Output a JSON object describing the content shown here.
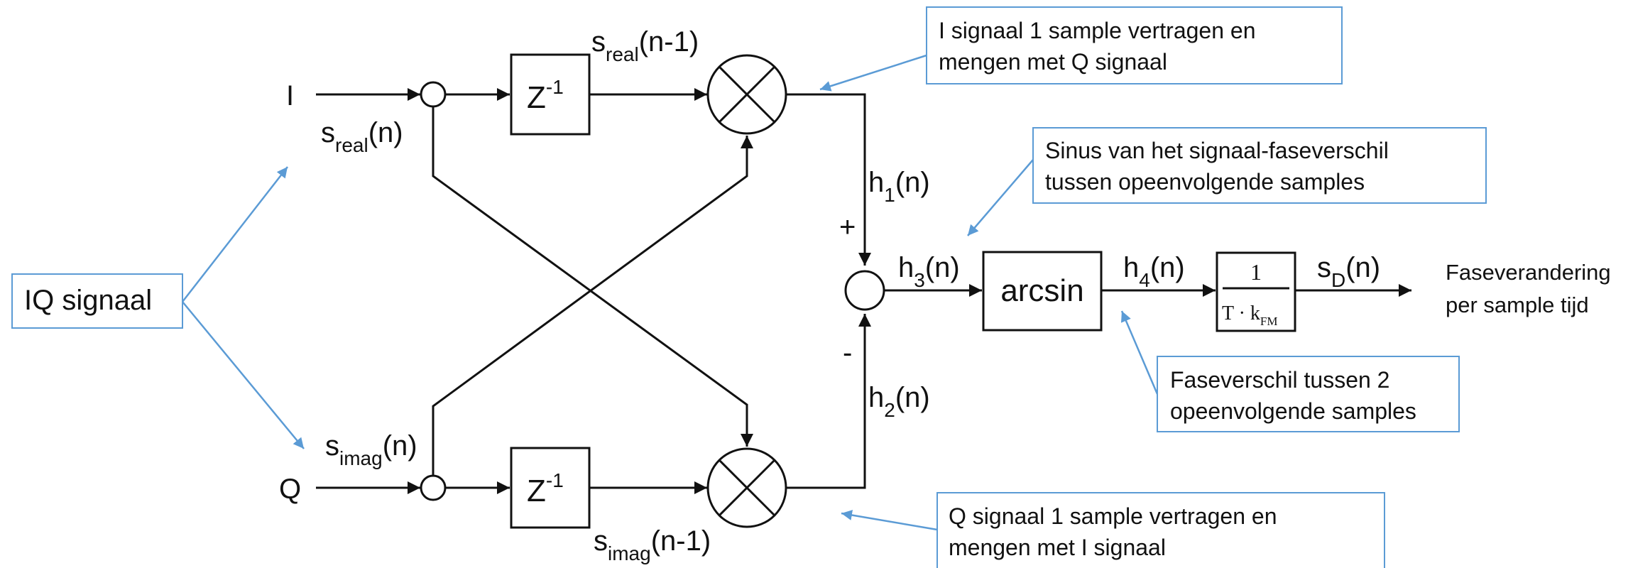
{
  "inputs": {
    "i_label": "I",
    "q_label": "Q"
  },
  "signals": {
    "s_real_n": {
      "main": "s",
      "sub": "real",
      "tail": "(n)"
    },
    "s_real_n1": {
      "main": "s",
      "sub": "real",
      "tail": "(n-1)"
    },
    "s_imag_n": {
      "main": "s",
      "sub": "imag",
      "tail": "(n)"
    },
    "s_imag_n1": {
      "main": "s",
      "sub": "imag",
      "tail": "(n-1)"
    },
    "h1": {
      "main": "h",
      "sub": "1",
      "tail": "(n)"
    },
    "h2": {
      "main": "h",
      "sub": "2",
      "tail": "(n)"
    },
    "h3": {
      "main": "h",
      "sub": "3",
      "tail": "(n)"
    },
    "h4": {
      "main": "h",
      "sub": "4",
      "tail": "(n)"
    },
    "sD": {
      "main": "s",
      "sub": "D",
      "tail": "(n)"
    }
  },
  "blocks": {
    "delay_base": "Z",
    "delay_exp": "-1",
    "arcsin": "arcsin",
    "gain_num": "1",
    "gain_den_main": "T · k",
    "gain_den_sub": "FM"
  },
  "signs": {
    "plus": "+",
    "minus": "-"
  },
  "output_label": [
    "Faseverandering",
    "per sample tijd"
  ],
  "callouts": {
    "iq": "IQ signaal",
    "i_delay": [
      "I signaal 1 sample vertragen en",
      "mengen met Q signaal"
    ],
    "q_delay": [
      "Q signaal 1 sample vertragen en",
      "mengen met I signaal"
    ],
    "sinus": [
      "Sinus van het signaal-faseverschil",
      "tussen opeenvolgende samples"
    ],
    "phase_diff": [
      "Faseverschil tussen 2",
      "opeenvolgende samples"
    ]
  }
}
